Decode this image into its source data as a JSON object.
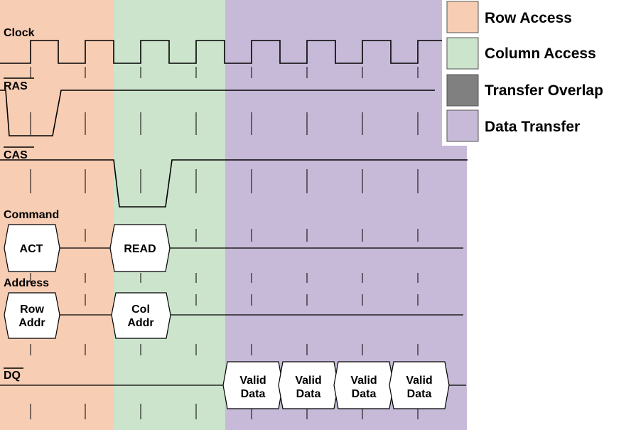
{
  "phases": [
    {
      "name": "Row Access",
      "color": "#f7cdb4"
    },
    {
      "name": "Column Access",
      "color": "#cce4cc"
    },
    {
      "name": "Data Transfer",
      "color": "#c6bad8"
    }
  ],
  "signals": {
    "clock": "Clock",
    "ras": "RAS",
    "cas": "CAS",
    "command": "Command",
    "address": "Address",
    "dq": "DQ"
  },
  "boxes": {
    "act": "ACT",
    "read": "READ",
    "row_addr": [
      "Row",
      "Addr"
    ],
    "col_addr": [
      "Col",
      "Addr"
    ],
    "valid_data": [
      "Valid",
      "Data"
    ]
  },
  "legend": [
    {
      "label": "Row Access",
      "color": "#f7cdb4"
    },
    {
      "label": "Column Access",
      "color": "#cce4cc"
    },
    {
      "label": "Transfer Overlap",
      "color": "#808080"
    },
    {
      "label": "Data Transfer",
      "color": "#c6bad8"
    }
  ]
}
